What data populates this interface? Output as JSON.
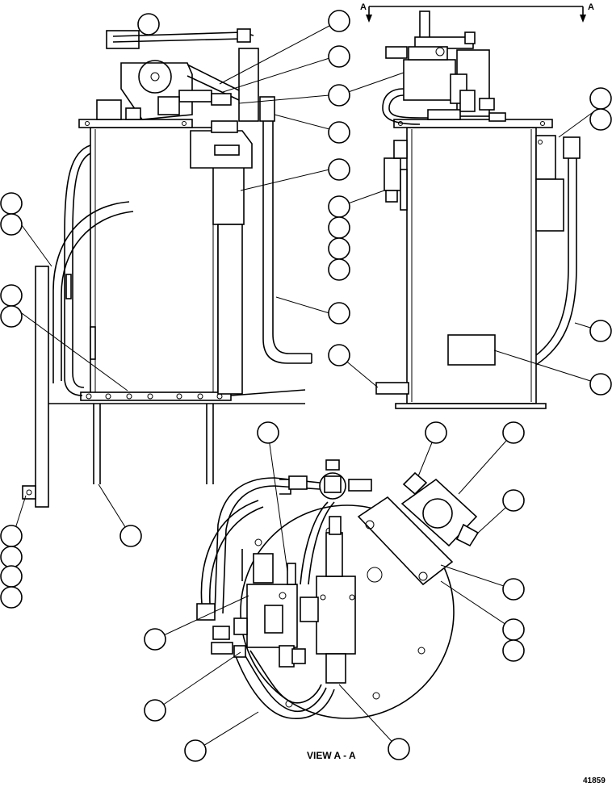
{
  "drawing": {
    "view_label": "VIEW A - A",
    "section_marker_left": "A",
    "section_marker_right": "A",
    "figure_number": "41859"
  },
  "colors": {
    "ink": "#000000",
    "paper": "#ffffff"
  }
}
